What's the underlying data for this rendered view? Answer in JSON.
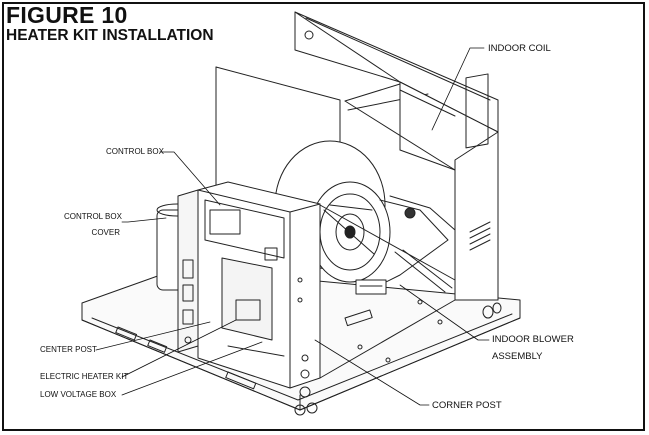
{
  "figure": {
    "title": "FIGURE 10",
    "subtitle": "HEATER KIT INSTALLATION"
  },
  "callouts": {
    "indoor_coil": "INDOOR COIL",
    "control_box": "CONTROL BOX",
    "control_box_cover_1": "CONTROL BOX",
    "control_box_cover_2": "COVER",
    "indoor_blower_1": "INDOOR BLOWER",
    "indoor_blower_2": "ASSEMBLY",
    "center_post": "CENTER POST",
    "electric_heater_kit": "ELECTRIC HEATER KIT",
    "low_voltage_box": "LOW VOLTAGE BOX",
    "corner_post": "CORNER POST"
  }
}
